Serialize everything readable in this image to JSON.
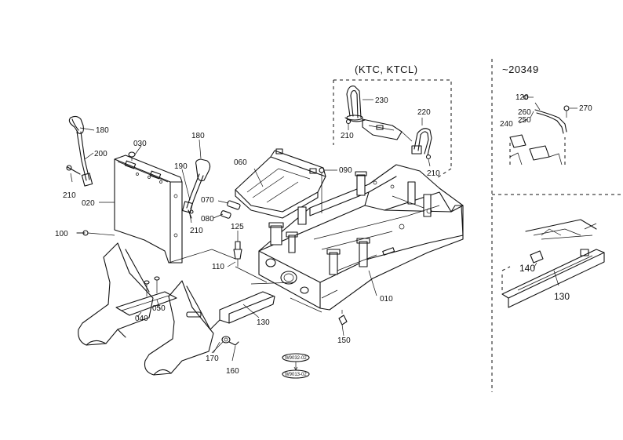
{
  "header_main": "(KTC, KTCL)",
  "header_side": "~20349",
  "labels": {
    "p180a": "180",
    "p200": "200",
    "p210a": "210",
    "p030": "030",
    "p180b": "180",
    "p190": "190",
    "p060": "060",
    "p090": "090",
    "p020": "020",
    "p070": "070",
    "p080": "080",
    "p210b": "210",
    "p100": "100",
    "p125": "125",
    "p110": "110",
    "p050": "050",
    "p040": "040",
    "p130a": "130",
    "p010": "010",
    "p150": "150",
    "p170": "170",
    "p160": "160",
    "p230": "230",
    "p220": "220",
    "p210c": "210",
    "p210d": "210",
    "p120": "120",
    "p260": "260",
    "p250": "250",
    "p240": "240",
    "p270": "270",
    "p140": "140",
    "p130b": "130"
  },
  "refs": {
    "r1": "W9032-02",
    "r2": "W9013-02"
  }
}
